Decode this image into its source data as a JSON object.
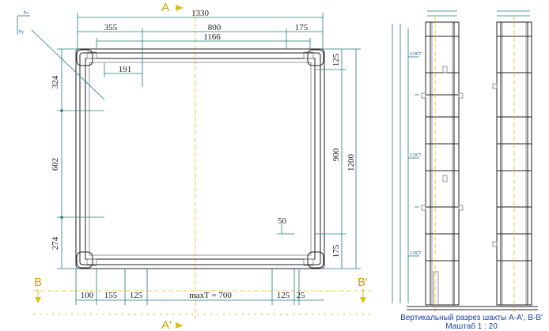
{
  "plan": {
    "section_marks": [
      "A",
      "A'",
      "B",
      "B'"
    ],
    "dims_top": {
      "overall": "1330",
      "left": "355",
      "middle": "800",
      "right": "175",
      "inner": "1166"
    },
    "dim_191": "191",
    "dims_left": [
      "324",
      "602",
      "274"
    ],
    "dims_right": [
      "125",
      "900",
      "1200",
      "175"
    ],
    "dim_50": "50",
    "dims_bottom": [
      "100",
      "155",
      "125",
      "maxT = 700",
      "125",
      "25"
    ],
    "axis_labels": [
      "Px",
      "Py"
    ]
  },
  "elevation": {
    "level_labels": [
      "3 ОСТ",
      "2 ОСТ",
      "1 ОСТ"
    ]
  },
  "caption": {
    "line1": "Вертикальный разрез шахты А-А', В-В'",
    "line2": "Маштаб 1 : 20"
  },
  "colors": {
    "dimension_lines": "#1f7c7c",
    "section_axis": "#d9c21a",
    "outline": "#222222",
    "caption": "#1a3ea8"
  }
}
